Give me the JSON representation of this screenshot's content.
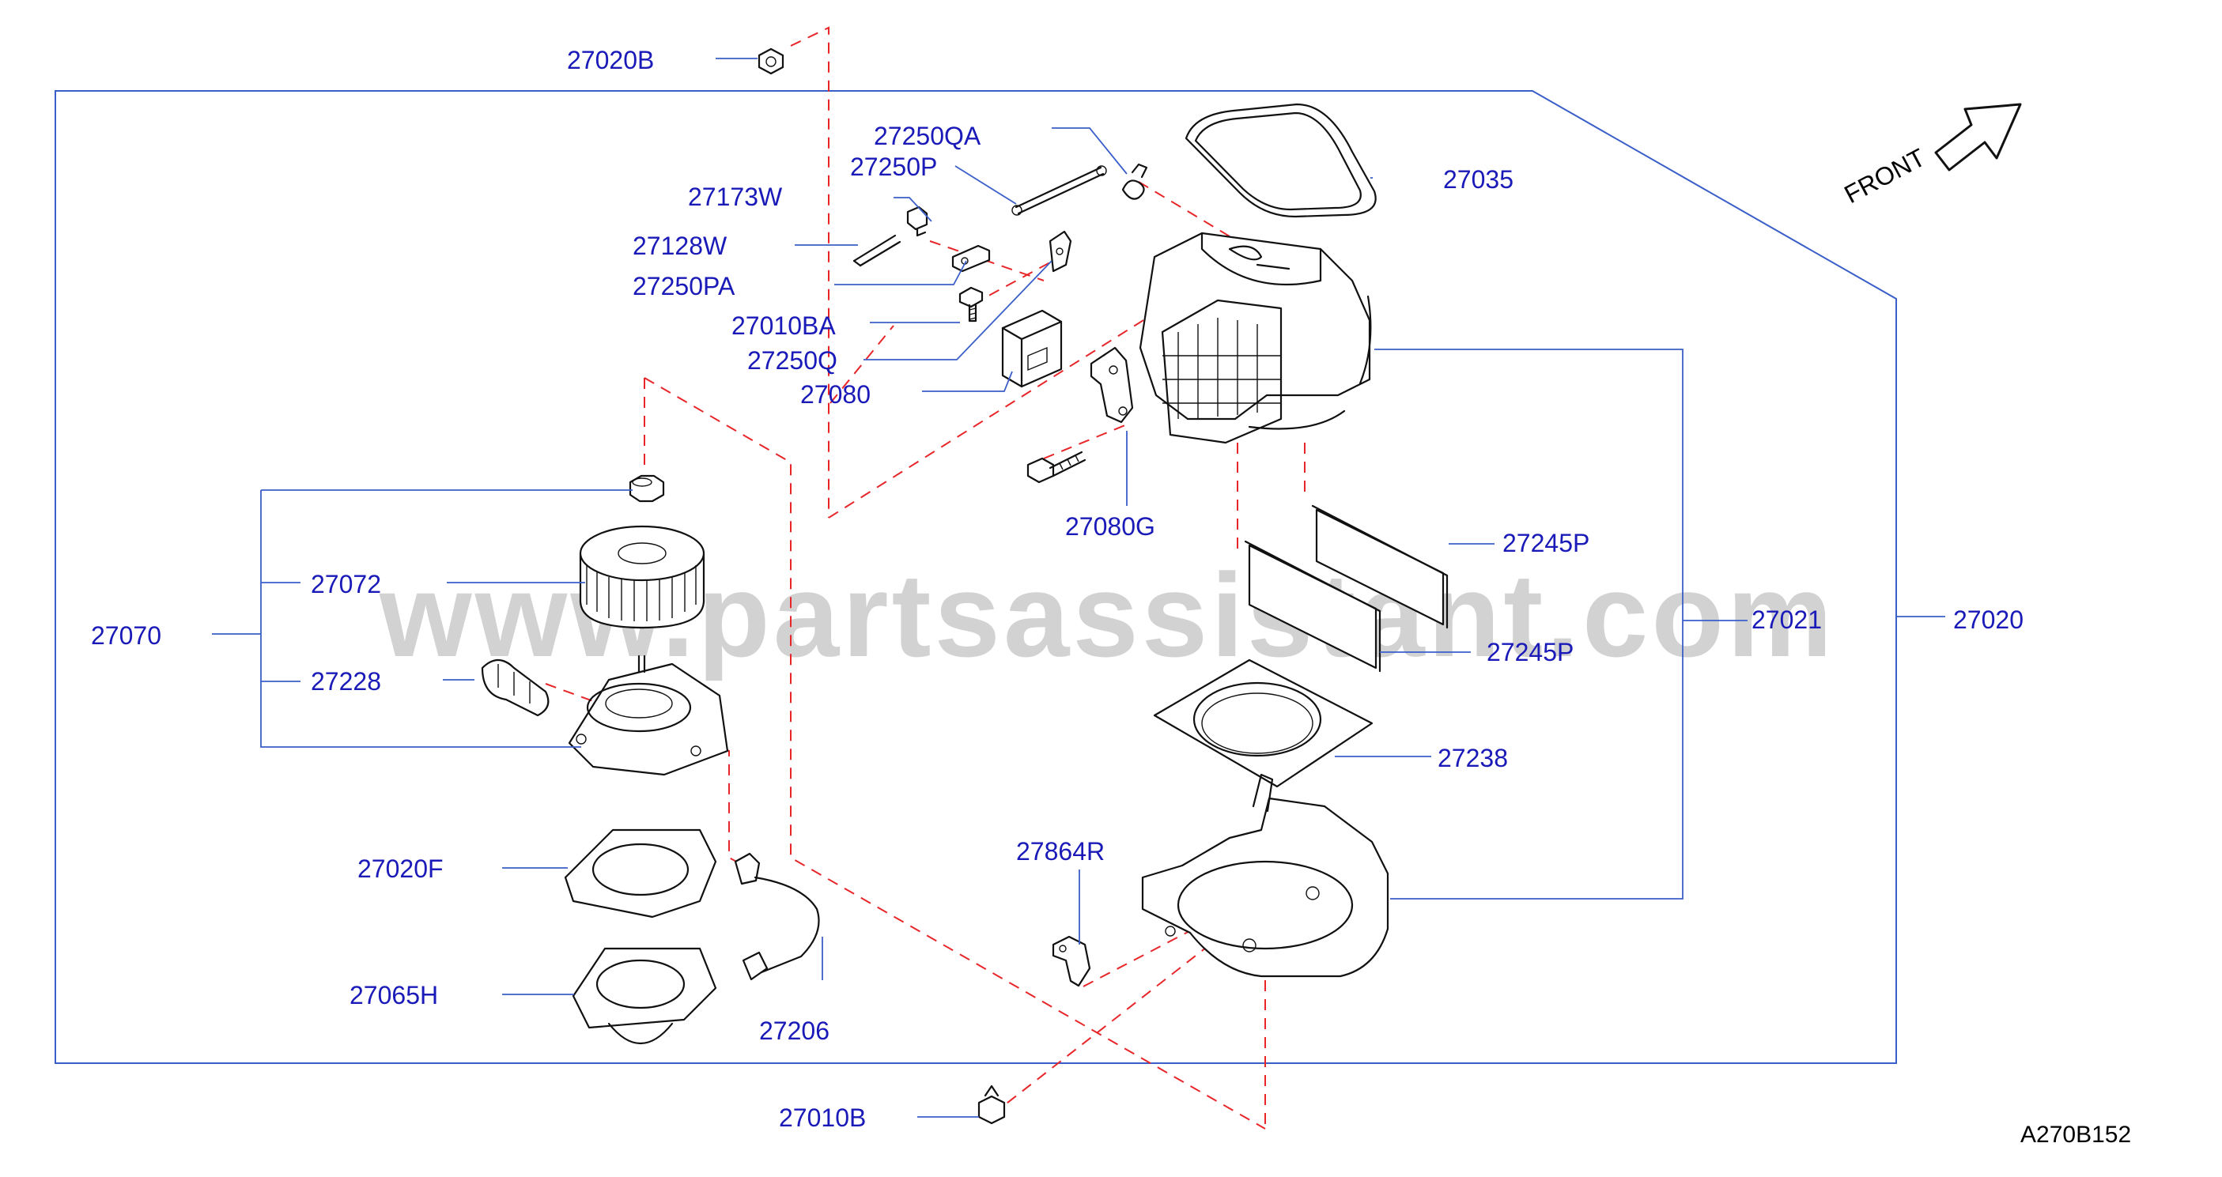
{
  "watermark": "www.partsassistant.com",
  "front_label": "FRONT",
  "diagram_code": "A270B152",
  "labels": {
    "p27020B": "27020B",
    "p27250QA": "27250QA",
    "p27250P": "27250P",
    "p27173W": "27173W",
    "p27128W": "27128W",
    "p27250PA": "27250PA",
    "p27010BA": "27010BA",
    "p27250Q": "27250Q",
    "p27080": "27080",
    "p27035": "27035",
    "p27080G": "27080G",
    "p27245P_a": "27245P",
    "p27245P_b": "27245P",
    "p27021": "27021",
    "p27020": "27020",
    "p27238": "27238",
    "p27070": "27070",
    "p27072": "27072",
    "p27228": "27228",
    "p27020F": "27020F",
    "p27864R": "27864R",
    "p27065H": "27065H",
    "p27206": "27206",
    "p27010B": "27010B"
  }
}
